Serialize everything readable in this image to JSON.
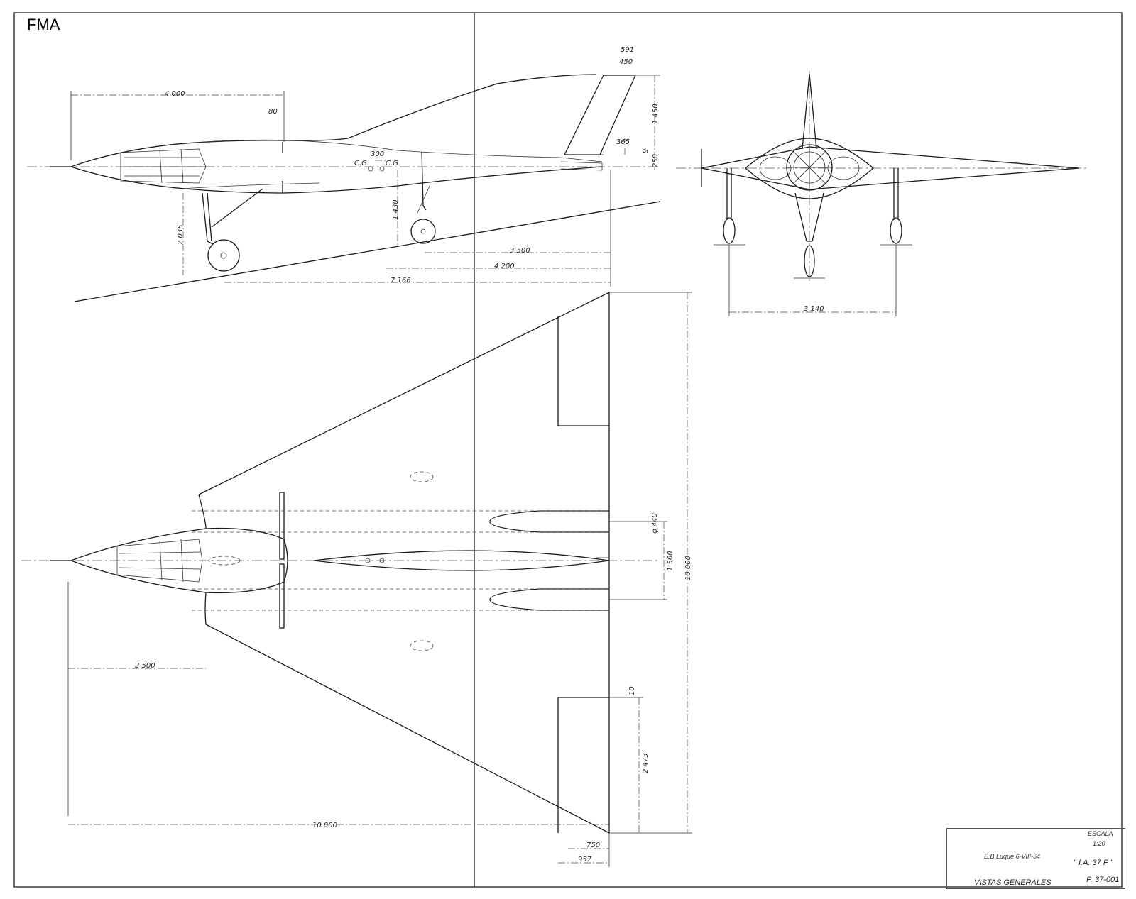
{
  "brand": "FMA",
  "dimensions": {
    "side_view": {
      "nose_to_wing": "4 000",
      "canopy_offset": "80",
      "cg_spacing": "300",
      "cg_label_1": "C.G.",
      "cg_label_2": "C.G.",
      "nose_gear_height": "2 035",
      "main_gear_height": "1 430",
      "tail_top_1": "591",
      "tail_top_2": "450",
      "fin_height": "1 450",
      "fin_offset": "365",
      "fin_root_gap": "9",
      "tail_root": "250",
      "gear_span_1": "3 500",
      "gear_span_2": "4 200",
      "gear_span_3": "7 166"
    },
    "front_view": {
      "track": "3 140"
    },
    "plan_view": {
      "wing_start": "2 500",
      "duct_diameter": "φ 440",
      "duct_spacing": "1 500",
      "span": "10 000",
      "length": "10 000",
      "tip_gap": "10",
      "elevon_span": "2 473",
      "tip_chord_1": "750",
      "tip_chord_2": "957"
    }
  },
  "title_block": {
    "header": "ESCALA",
    "scale": "1:20",
    "drawn_by": "E.B Luque  6-VIII-54",
    "model": "\" I.A. 37 P \"",
    "title": "VISTAS GENERALES",
    "drawing_number": "P. 37-001"
  }
}
